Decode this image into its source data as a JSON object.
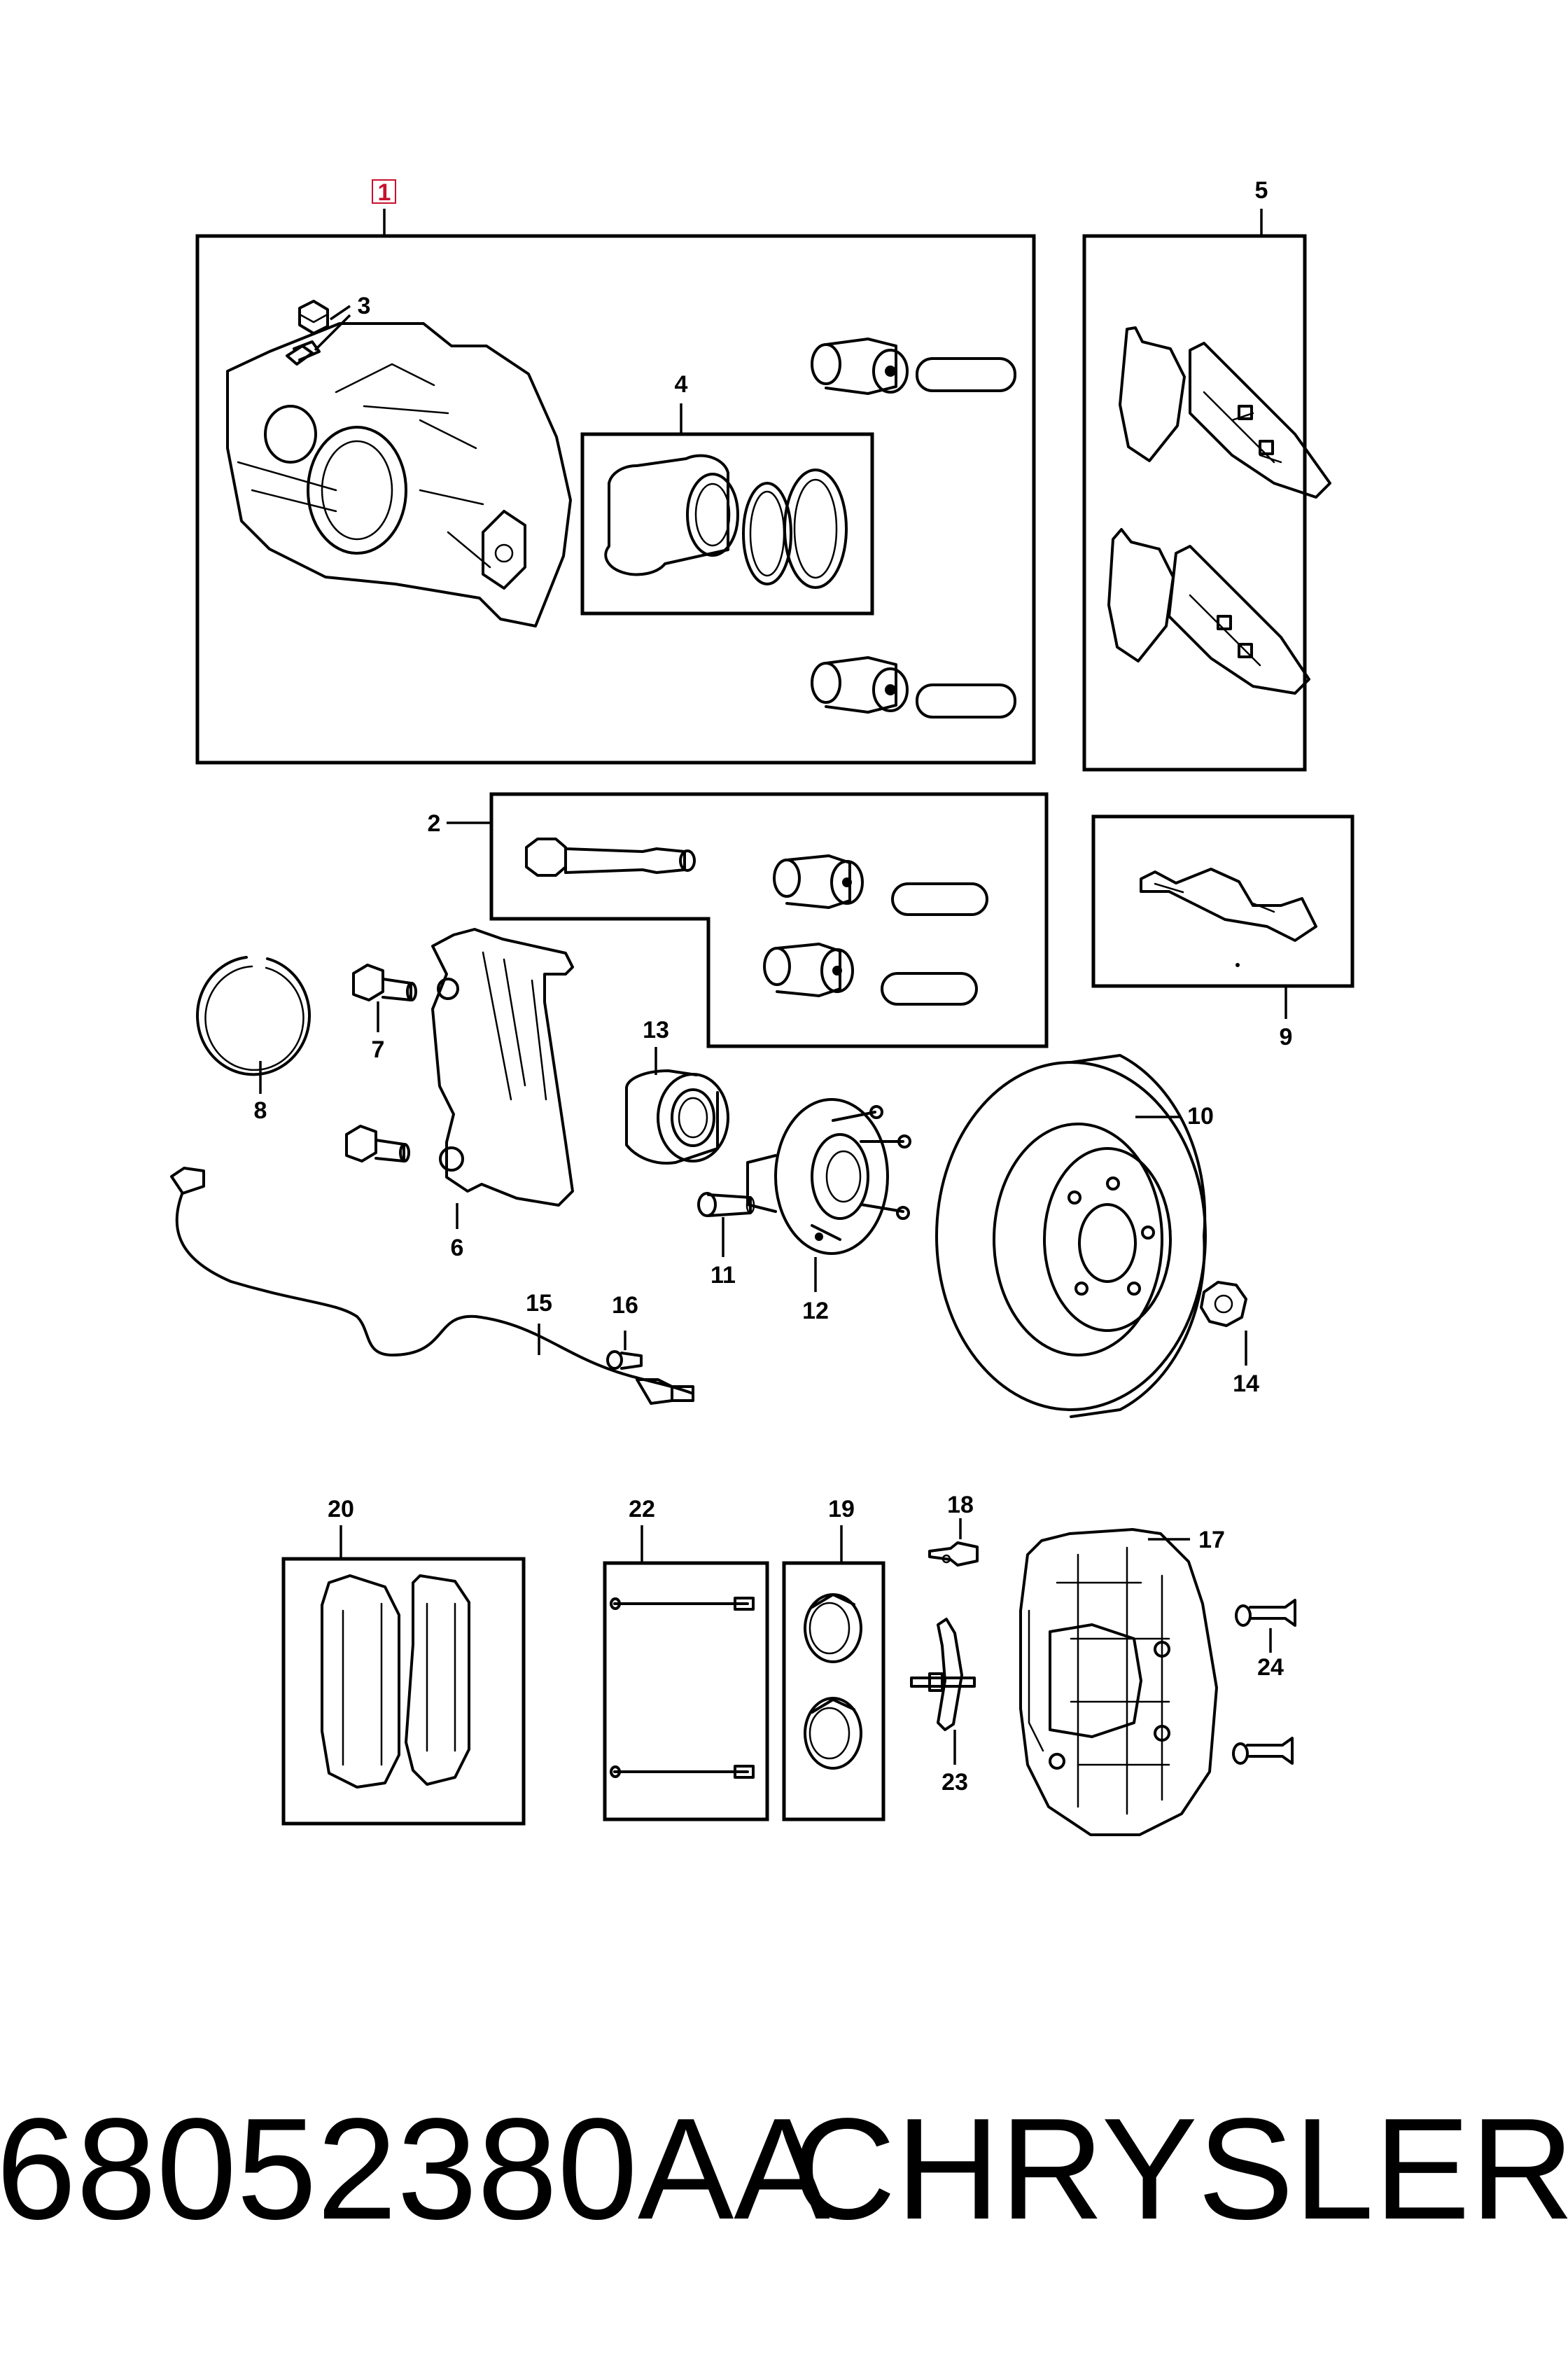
{
  "footer": {
    "part_number": "68052380AA",
    "brand": "CHRYSLER"
  },
  "callouts": {
    "c1": "1",
    "c2": "2",
    "c3": "3",
    "c4": "4",
    "c5": "5",
    "c6": "6",
    "c7": "7",
    "c8": "8",
    "c9": "9",
    "c10": "10",
    "c11": "11",
    "c12": "12",
    "c13": "13",
    "c14": "14",
    "c15": "15",
    "c16": "16",
    "c17": "17",
    "c18": "18",
    "c19": "19",
    "c20": "20",
    "c21": "23",
    "c22": "22",
    "c24": "24"
  },
  "colors": {
    "highlight": "#c8102e",
    "line": "#000000",
    "background": "#ffffff"
  }
}
